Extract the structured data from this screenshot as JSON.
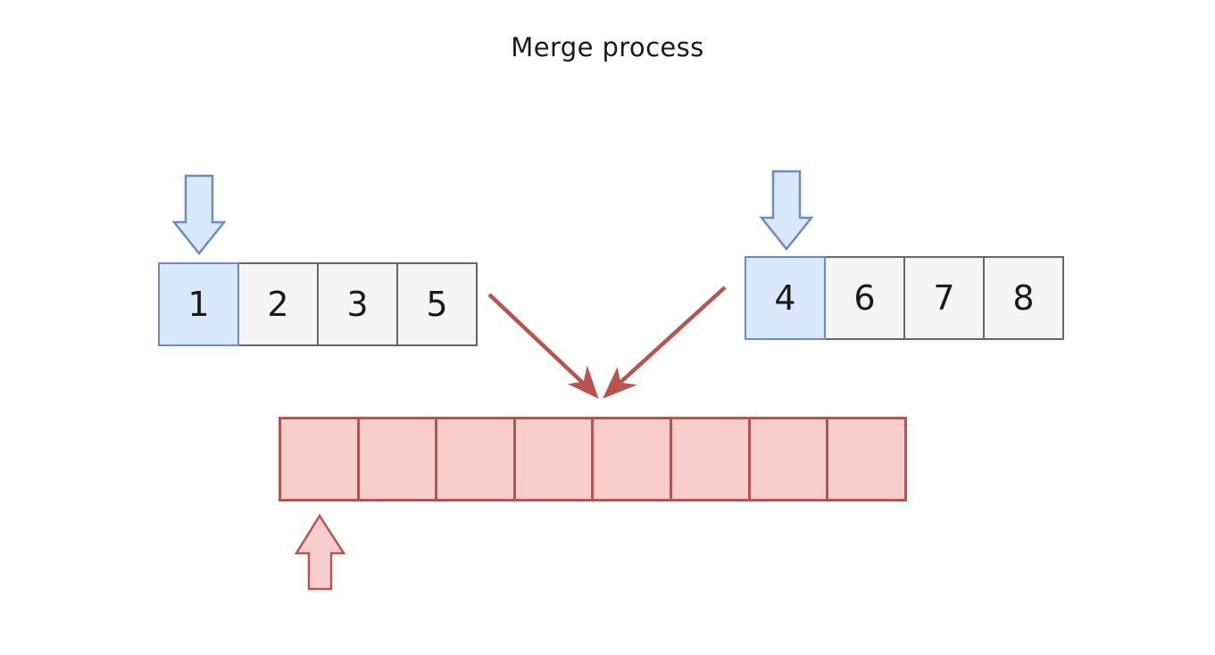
{
  "diagram": {
    "title": "Merge process",
    "background_color": "#ffffff",
    "title_color": "#1a1a1a"
  },
  "colors": {
    "highlight_fill": "#dae8fc",
    "highlight_stroke": "#6c8ebf",
    "cell_fill": "#f5f5f5",
    "cell_stroke": "#666666",
    "output_fill": "#f8cecc",
    "output_stroke": "#b85450",
    "arrow_red": "#b85450",
    "arrow_blue_fill": "#dae8fc",
    "arrow_blue_stroke": "#6c8ebf"
  },
  "left_array": {
    "name": "left-run",
    "cells": [
      {
        "value": "1",
        "highlighted": true
      },
      {
        "value": "2",
        "highlighted": false
      },
      {
        "value": "3",
        "highlighted": false
      },
      {
        "value": "5",
        "highlighted": false
      }
    ]
  },
  "right_array": {
    "name": "right-run",
    "cells": [
      {
        "value": "4",
        "highlighted": true
      },
      {
        "value": "6",
        "highlighted": false
      },
      {
        "value": "7",
        "highlighted": false
      },
      {
        "value": "8",
        "highlighted": false
      }
    ]
  },
  "output_array": {
    "name": "merged-output",
    "cell_count": 8,
    "cells": [
      {
        "value": ""
      },
      {
        "value": ""
      },
      {
        "value": ""
      },
      {
        "value": ""
      },
      {
        "value": ""
      },
      {
        "value": ""
      },
      {
        "value": ""
      },
      {
        "value": ""
      }
    ]
  },
  "pointers": {
    "left_pointer_icon": "down-arrow-icon",
    "right_pointer_icon": "down-arrow-icon",
    "output_pointer_icon": "up-arrow-icon"
  },
  "connectors": [
    {
      "name": "left-to-output-arrow",
      "icon": "diagonal-arrow-icon",
      "from": "left_array",
      "to": "output_array"
    },
    {
      "name": "right-to-output-arrow",
      "icon": "diagonal-arrow-icon",
      "from": "right_array",
      "to": "output_array"
    }
  ]
}
